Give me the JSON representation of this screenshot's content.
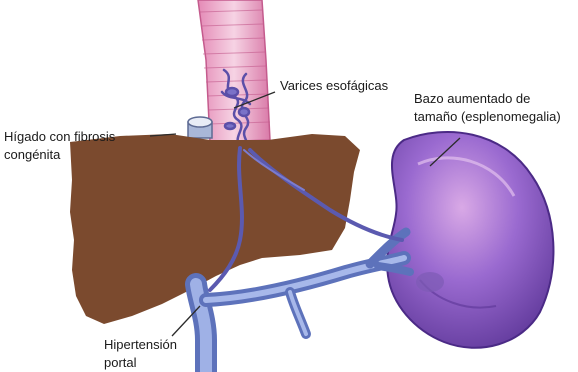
{
  "labels": {
    "varices": "Varices esofágicas",
    "spleen_line1": "Bazo aumentado de",
    "spleen_line2": "tamaño (esplenomegalia)",
    "liver_line1": "Hígado con fibrosis",
    "liver_line2": "congénita",
    "portal_line1": "Hipertensión",
    "portal_line2": "portal"
  },
  "colors": {
    "liver": "#7b4a2e",
    "spleen": "#8a5bbf",
    "veins": "#6f86cc",
    "esophagus": "#e9a9c6",
    "leader_lines": "#2b2b2b"
  }
}
